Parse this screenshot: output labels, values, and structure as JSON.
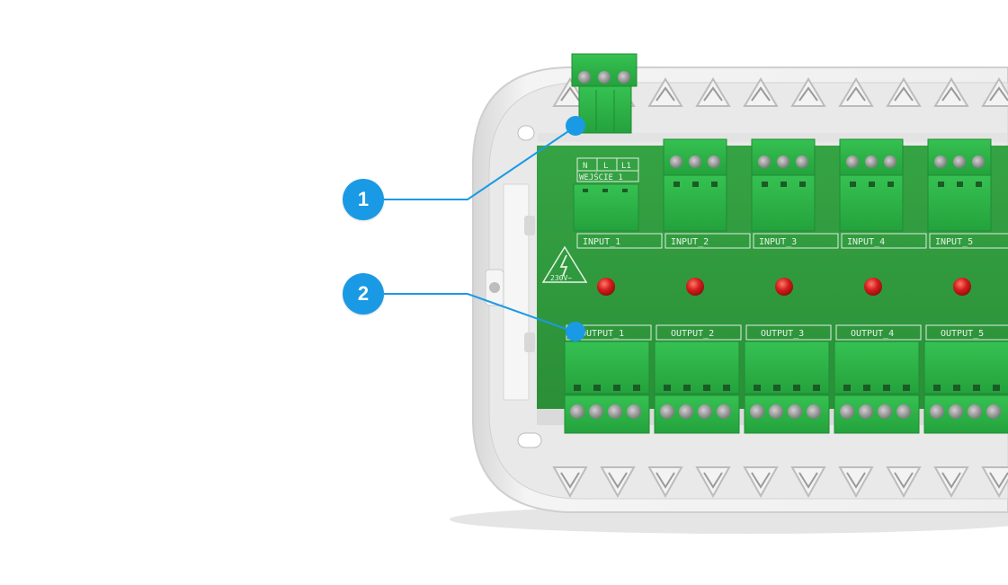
{
  "callouts": [
    {
      "number": "1"
    },
    {
      "number": "2"
    }
  ],
  "board": {
    "input_header": {
      "n": "N",
      "l": "L",
      "l1": "L1",
      "label": "WEJŚCIE_1"
    },
    "warning_voltage": "230V~",
    "inputs": [
      "INPUT_1",
      "INPUT_2",
      "INPUT_3",
      "INPUT_4",
      "INPUT_5"
    ],
    "outputs": [
      "OUTPUT_1",
      "OUTPUT_2",
      "OUTPUT_3",
      "OUTPUT_4",
      "OUTPUT_5"
    ]
  },
  "colors": {
    "callout": "#1a9ae4",
    "pcb": "#2f9a3c",
    "connector": "#2bb245",
    "led": "#c01818",
    "housing": "#ececec"
  }
}
